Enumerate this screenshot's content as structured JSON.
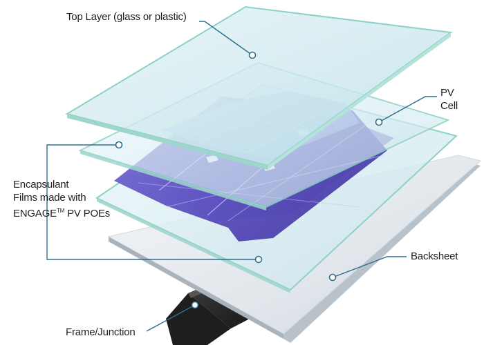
{
  "labels": {
    "top_layer": "Top Layer (glass or plastic)",
    "pv_cell_line1": "PV",
    "pv_cell_line2": "Cell",
    "encapsulant_line1": "Encapsulant",
    "encapsulant_line2": "Films made with",
    "encapsulant_line3_brand": "ENGAGE",
    "encapsulant_line3_tm": "TM",
    "encapsulant_line3_rest": " PV POEs",
    "backsheet": "Backsheet",
    "frame_junction": "Frame/Junction"
  },
  "colors": {
    "glass": "#cfe9ef",
    "glass_edge": "#8fd0c6",
    "cell": "#6a5fc8",
    "cell_dark": "#4b3fa5",
    "backsheet": "#e4e8ec",
    "junction_box": "#2b2b2b",
    "leader_line": "#2f6e8c"
  }
}
